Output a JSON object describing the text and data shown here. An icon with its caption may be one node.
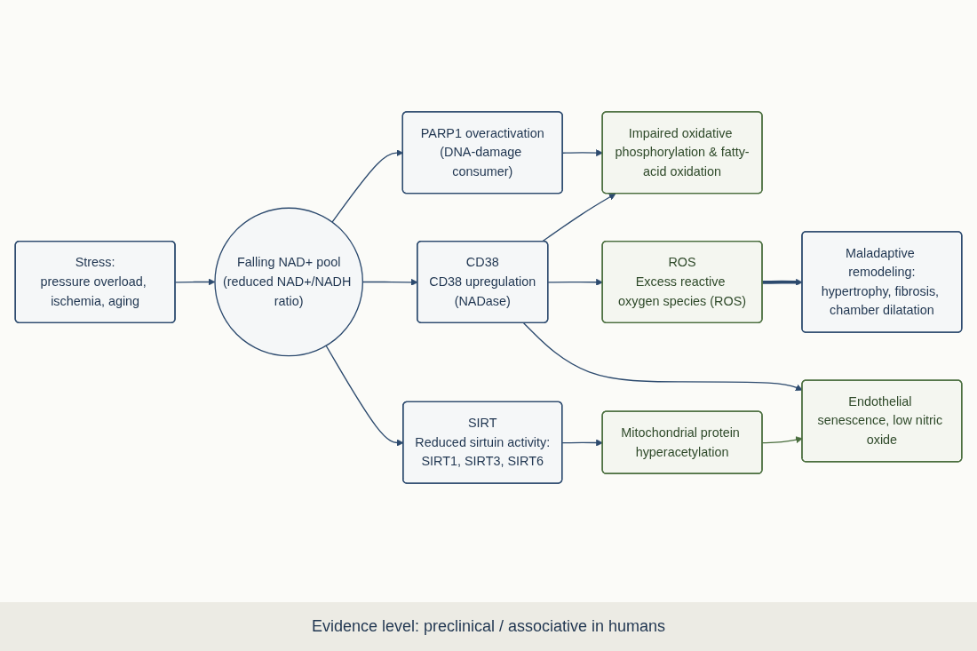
{
  "diagram": {
    "caption": "Evidence level: preclinical / associative in humans",
    "nodes": [
      {
        "text": [
          "Stress:",
          "pressure overload, ischemia, aging"
        ]
      },
      {
        "text": [
          "Falling NAD+ pool",
          "(reduced NAD+/NADH ratio)"
        ]
      },
      {
        "text": [
          "PARP1 overactivation",
          "(DNA-damage consumer)"
        ]
      },
      {
        "text": [
          "CD38",
          "CD38 upregulation",
          "(NADase)"
        ]
      },
      {
        "text": [
          "SIRT",
          "Reduced sirtuin activity:",
          "SIRT1, SIRT3, SIRT6"
        ]
      },
      {
        "text": [
          "Mitochondrial protein hyperacetylation"
        ]
      },
      {
        "text": [
          "Impaired oxidative phosphorylation & fatty-acid oxidation"
        ]
      },
      {
        "text": [
          "ROS",
          "Excess reactive oxygen species (ROS)"
        ]
      },
      {
        "text": [
          "Endothelial senescence, low nitric oxide"
        ]
      },
      {
        "text": [
          "Maladaptive remodeling:",
          "hypertrophy, fibrosis, chamber dilatation"
        ]
      }
    ],
    "edges": [
      {
        "from": 0,
        "to": 1,
        "arrow": "to"
      },
      {
        "from": 1,
        "to": 2,
        "arrow": "to"
      },
      {
        "from": 1,
        "to": 3,
        "arrow": "to"
      },
      {
        "from": 1,
        "to": 4,
        "arrow": "to"
      },
      {
        "from": 2,
        "to": 6,
        "arrow": "to"
      },
      {
        "from": 3,
        "to": 6,
        "arrow": "to"
      },
      {
        "from": 3,
        "to": 7,
        "arrow": "to"
      },
      {
        "from": 3,
        "to": 8,
        "arrow": "to"
      },
      {
        "from": 4,
        "to": 5,
        "arrow": "to"
      },
      {
        "from": 5,
        "to": 8,
        "arrow": "to",
        "color": "#4a6e3e"
      },
      {
        "from": 7,
        "to": 9,
        "arrow": "to",
        "style": "thick"
      }
    ]
  }
}
